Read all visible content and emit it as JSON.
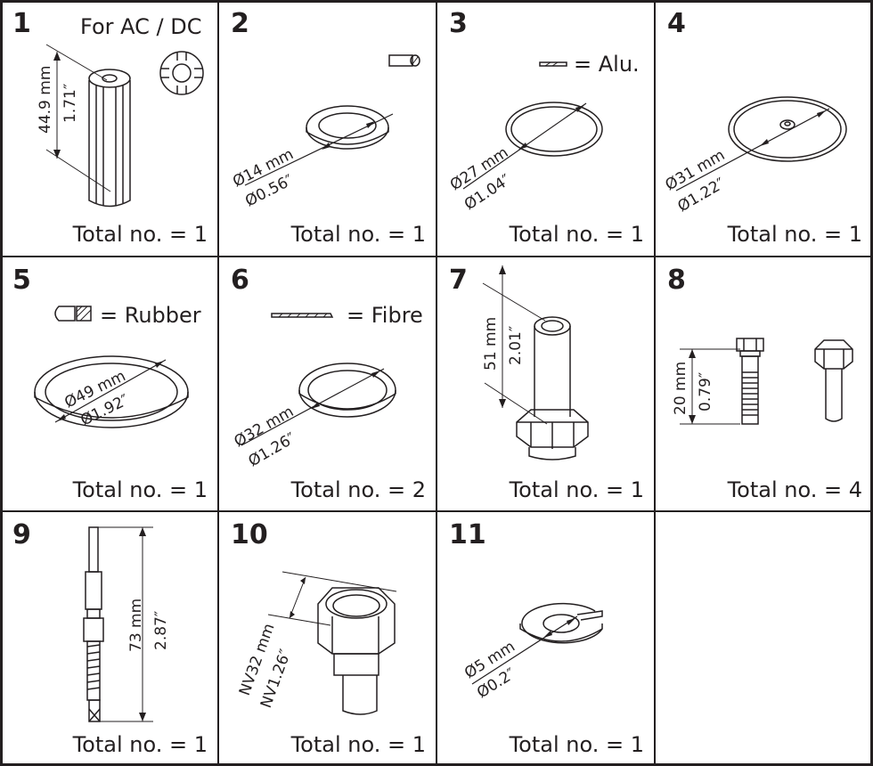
{
  "items": [
    {
      "number": "1",
      "total": "Total no. = 1",
      "note": "For AC / DC",
      "dims": [
        "44.9 mm",
        "1.71″"
      ],
      "icon": "core-tube-icon"
    },
    {
      "number": "2",
      "total": "Total no. = 1",
      "dims": [
        "Ø14 mm",
        "Ø0.56″"
      ],
      "icon": "gasket-ring-icon"
    },
    {
      "number": "3",
      "total": "Total no. = 1",
      "note": "= Alu.",
      "dims": [
        "Ø27 mm",
        "Ø1.04″"
      ],
      "icon": "aluminium-washer-icon"
    },
    {
      "number": "4",
      "total": "Total no. = 1",
      "dims": [
        "Ø31 mm",
        "Ø1.22″"
      ],
      "icon": "diaphragm-disc-icon"
    },
    {
      "number": "5",
      "total": "Total no. = 1",
      "note": "= Rubber",
      "dims": [
        "Ø49 mm",
        "Ø1.92″"
      ],
      "icon": "rubber-o-ring-icon"
    },
    {
      "number": "6",
      "total": "Total no. = 2",
      "note": "= Fibre",
      "dims": [
        "Ø32 mm",
        "Ø1.26″"
      ],
      "icon": "fibre-washer-icon"
    },
    {
      "number": "7",
      "total": "Total no. = 1",
      "dims": [
        "51 mm",
        "2.01″"
      ],
      "icon": "armature-tube-nut-icon"
    },
    {
      "number": "8",
      "total": "Total no. = 4",
      "dims": [
        "20 mm",
        "0.79″"
      ],
      "icon": "hex-bolts-icon"
    },
    {
      "number": "9",
      "total": "Total no. = 1",
      "dims": [
        "73 mm",
        "2.87″"
      ],
      "icon": "spindle-rod-icon"
    },
    {
      "number": "10",
      "total": "Total no. = 1",
      "dims": [
        "NV32 mm",
        "NV1.26″"
      ],
      "icon": "hex-nut-fitting-icon"
    },
    {
      "number": "11",
      "total": "Total no. = 1",
      "dims": [
        "Ø5 mm",
        "Ø0.2″"
      ],
      "icon": "split-washer-icon"
    }
  ],
  "colors": {
    "line": "#231f20",
    "background": "#ffffff"
  }
}
